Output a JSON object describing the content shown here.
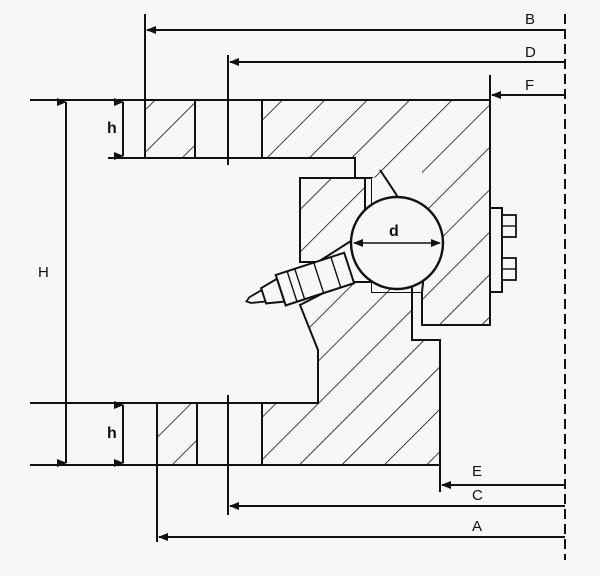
{
  "labels": {
    "A": "A",
    "B": "B",
    "C": "C",
    "D": "D",
    "E": "E",
    "F": "F",
    "H": "H",
    "h_top": "h",
    "h_bottom": "h",
    "d": "d"
  },
  "colors": {
    "ink": "#111111",
    "paper": "#f7f7f5"
  }
}
